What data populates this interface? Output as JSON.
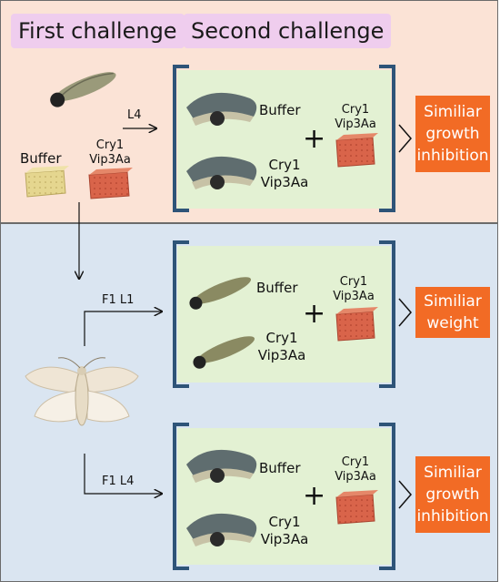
{
  "headers": {
    "first": "First challenge",
    "second": "Second challenge"
  },
  "top": {
    "arrow_label": "L4",
    "buffer_label": "Buffer",
    "toxin_label_1": "Cry1",
    "toxin_label_2": "Vip3Aa",
    "box_buffer": "Buffer",
    "box_toxin_1": "Cry1",
    "box_toxin_2": "Vip3Aa",
    "plus": "+",
    "diet_toxin_1": "Cry1",
    "diet_toxin_2": "Vip3Aa",
    "result_lines": [
      "Similiar",
      "growth",
      "inhibition"
    ]
  },
  "middle": {
    "arrow_label": "F1 L1",
    "box_buffer": "Buffer",
    "box_toxin_1": "Cry1",
    "box_toxin_2": "Vip3Aa",
    "plus": "+",
    "diet_toxin_1": "Cry1",
    "diet_toxin_2": "Vip3Aa",
    "result_lines": [
      "Similiar",
      "weight"
    ]
  },
  "bottom": {
    "arrow_label": "F1 L4",
    "box_buffer": "Buffer",
    "box_toxin_1": "Cry1",
    "box_toxin_2": "Vip3Aa",
    "plus": "+",
    "diet_toxin_1": "Cry1",
    "diet_toxin_2": "Vip3Aa",
    "result_lines": [
      "Similiar",
      "growth",
      "inhibition"
    ]
  },
  "colors": {
    "top_panel": "#fbe3d6",
    "bottom_panel": "#dae5f1",
    "header_bg": "#efcdee",
    "inner_box": "#e3f1d3",
    "result_box": "#f26b25",
    "bracket": "#2e5478",
    "buffer_diet": "#e5d68f",
    "toxin_diet": "#d9644a"
  }
}
